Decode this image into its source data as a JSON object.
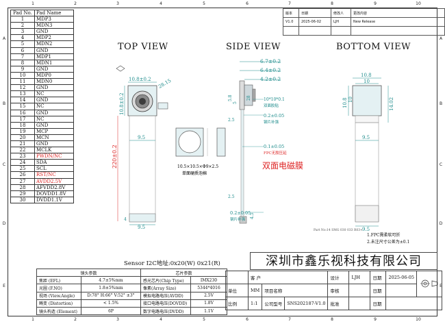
{
  "columns": [
    "1",
    "2",
    "3",
    "4",
    "5",
    "6",
    "7",
    "8",
    "9",
    "10"
  ],
  "rows": [
    "A",
    "B",
    "C",
    "D",
    "E"
  ],
  "pad_table": {
    "header_num": "Pad No.",
    "header_name": "Pad Name",
    "pads": [
      {
        "num": "1",
        "name": "MDP3"
      },
      {
        "num": "2",
        "name": "MDN3"
      },
      {
        "num": "3",
        "name": "GND"
      },
      {
        "num": "4",
        "name": "MDP2"
      },
      {
        "num": "5",
        "name": "MDN2"
      },
      {
        "num": "6",
        "name": "GND"
      },
      {
        "num": "7",
        "name": "MDP1"
      },
      {
        "num": "8",
        "name": "MDN1"
      },
      {
        "num": "9",
        "name": "GND"
      },
      {
        "num": "10",
        "name": "MDP0"
      },
      {
        "num": "11",
        "name": "MDN0"
      },
      {
        "num": "12",
        "name": "GND"
      },
      {
        "num": "13",
        "name": "NC"
      },
      {
        "num": "14",
        "name": "GND"
      },
      {
        "num": "15",
        "name": "NC"
      },
      {
        "num": "16",
        "name": "GND"
      },
      {
        "num": "17",
        "name": "NC"
      },
      {
        "num": "18",
        "name": "GND"
      },
      {
        "num": "19",
        "name": "MCP"
      },
      {
        "num": "20",
        "name": "MCN"
      },
      {
        "num": "21",
        "name": "GND"
      },
      {
        "num": "22",
        "name": "MCLK"
      },
      {
        "num": "23",
        "name": "PWDN/NC",
        "red": true
      },
      {
        "num": "24",
        "name": "SDA"
      },
      {
        "num": "25",
        "name": "SCL"
      },
      {
        "num": "26",
        "name": "RST/NC",
        "red": true
      },
      {
        "num": "27",
        "name": "AVDD2.5V",
        "red": true
      },
      {
        "num": "28",
        "name": "AFVDD2.8V"
      },
      {
        "num": "29",
        "name": "DOVDD1.8V"
      },
      {
        "num": "30",
        "name": "DVDD1.1V"
      }
    ]
  },
  "views": {
    "top": "TOP VIEW",
    "side": "SIDE VIEW",
    "bottom": "BOTTOM VIEW"
  },
  "revision": {
    "headers": [
      "版本",
      "日期",
      "修改人",
      "更改内容"
    ],
    "row": [
      "V1.0",
      "2025-06-02",
      "LJH",
      "New Release"
    ]
  },
  "dims": {
    "top_w": "10.8±0.2",
    "top_h": "10.8±0.2",
    "top_diag": "28.15",
    "top_flex_w": "9.5",
    "top_len": "220±0.2",
    "top_pad_w": "9.5",
    "top_pad_h": "4",
    "side_a": "6.7±0.2",
    "side_b": "6.4±0.2",
    "side_c": "4.2±0.2",
    "side_58": "5.8",
    "side_5": "5",
    "side_28": "28",
    "side_foam": "10*10*0.1",
    "side_foam_note": "双面胶贴",
    "side_stiff1": "0.2±0.05",
    "side_stiff1_note": "钢片补强",
    "side_25a": "2.5",
    "side_fpc": "0.1±0.05",
    "side_fpc_note": "FPC无胶压延",
    "side_25b": "2.5",
    "side_stiff2": "0.2±0.05",
    "side_stiff2_note": "钢片补强",
    "side_45": "4.5",
    "bot_w": "10.8",
    "bot_w2": "10",
    "bot_h1": "10.8",
    "bot_h2": "14.02",
    "bot_flex": "9.5",
    "bot_pad": "9.5",
    "foam_size": "10.5×10.5×Φ9×2.5",
    "foam_label": "单面硬质泡棉",
    "red_label": "双面电磁膜",
    "part_no": "Part No:14 SMG 030 033 R03+"
  },
  "notes": [
    "1.FPC需柔软可折",
    "2.未注尺寸公差为±0.1"
  ],
  "sensor_line": "Sensor I2C地址:0x20(W) 0x21(R)",
  "lens_table": {
    "head_left": "镜头参数",
    "head_right": "芯片参数",
    "rows": [
      [
        "焦距 (EFL)",
        "4.7±5%mm",
        "感光芯片(Chip Type)",
        "IMX230"
      ],
      [
        "光圈 (F.NO)",
        "1.8±5%mm",
        "像素(Array Size)",
        "5344*4016"
      ],
      [
        "视场 (View.Angle)",
        "D:78° H:66° V:52° ±3°",
        "模拟电路电压(AVDD)",
        "2.5V"
      ],
      [
        "畸变 (Distortion)",
        "< 1.5%",
        "接口电路电压(DOVDD)",
        "1.8V"
      ],
      [
        "镜头构造 (Element)",
        "6P",
        "数字电路电压(DVDD)",
        "1.1V"
      ]
    ]
  },
  "company": "深圳市鑫乐视科技有限公司",
  "title_block": {
    "customer": "客 户",
    "project_label": "项目名称",
    "model_label": "公司型号",
    "model_value": "SNS202187-V1.0",
    "unit_label": "单位",
    "unit_value": "MM",
    "scale_label": "比例",
    "scale_value": "1:1",
    "design_label": "设计",
    "design_value": "LJH",
    "check_label": "审核",
    "approve_label": "批准",
    "date_label": "日期",
    "date_value": "2025-06-05"
  }
}
